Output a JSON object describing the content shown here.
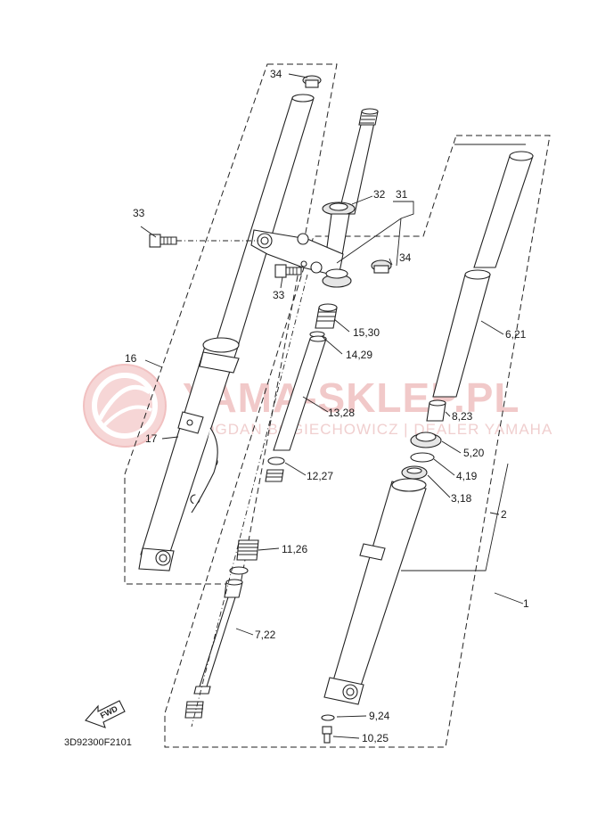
{
  "watermark": {
    "brand": "YAMA-SKLEP.PL",
    "tagline": "BOGDAN BOGIECHOWICZ | DEALER YAMAHA"
  },
  "labels": [
    {
      "id": "34-top",
      "text": "34"
    },
    {
      "id": "32",
      "text": "32"
    },
    {
      "id": "31",
      "text": "31"
    },
    {
      "id": "33-left",
      "text": "33"
    },
    {
      "id": "34-right",
      "text": "34"
    },
    {
      "id": "33-bottom",
      "text": "33"
    },
    {
      "id": "15-30",
      "text": "15,30"
    },
    {
      "id": "6-21",
      "text": "6,21"
    },
    {
      "id": "14-29",
      "text": "14,29"
    },
    {
      "id": "16",
      "text": "16"
    },
    {
      "id": "13-28",
      "text": "13,28"
    },
    {
      "id": "8-23",
      "text": "8,23"
    },
    {
      "id": "17",
      "text": "17"
    },
    {
      "id": "5-20",
      "text": "5,20"
    },
    {
      "id": "4-19",
      "text": "4,19"
    },
    {
      "id": "12-27",
      "text": "12,27"
    },
    {
      "id": "3-18",
      "text": "3,18"
    },
    {
      "id": "2",
      "text": "2"
    },
    {
      "id": "11-26",
      "text": "11,26"
    },
    {
      "id": "1",
      "text": "1"
    },
    {
      "id": "7-22",
      "text": "7,22"
    },
    {
      "id": "9-24",
      "text": "9,24"
    },
    {
      "id": "10-25",
      "text": "10,25"
    }
  ],
  "fwd_label": "FWD",
  "diagram_code": "3D92300F2101"
}
